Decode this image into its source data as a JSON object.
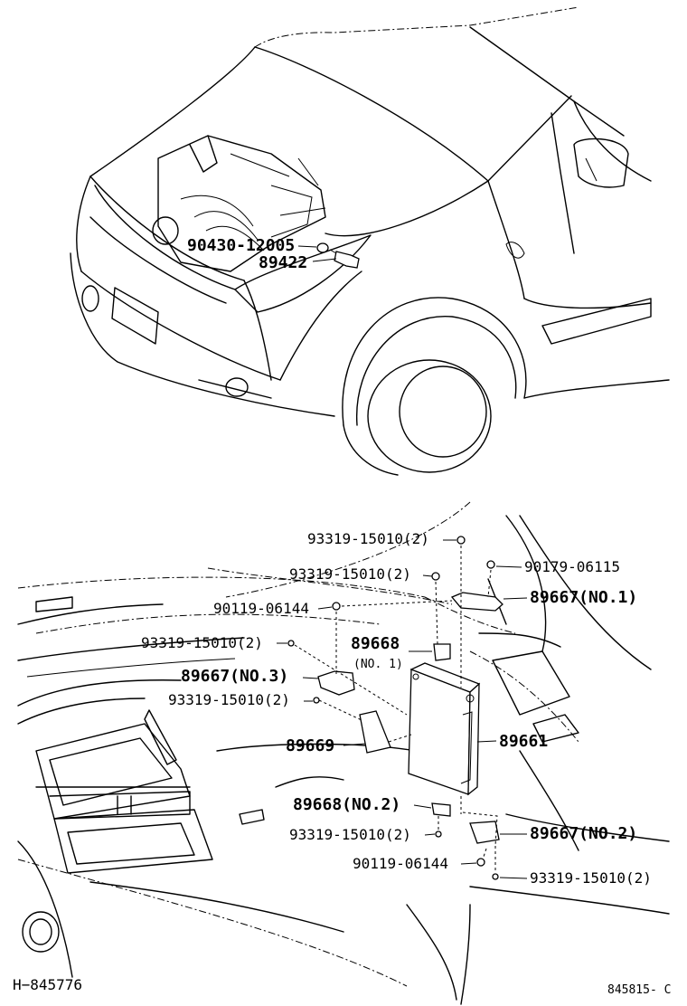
{
  "top_labels": {
    "clip": "90430-12005",
    "sensor": "89422"
  },
  "bottom_labels": {
    "screw_top": "93319-15010(2)",
    "screw_2": "93319-15010(2)",
    "nut_right": "90179-06115",
    "bolt_left": "90119-06144",
    "bracket_no1": "89667(NO.1)",
    "screw_left": "93319-15010(2)",
    "bracket_89668": "89668",
    "bracket_89668_sub": "(NO. 1)",
    "bracket_no3": "89667(NO.3)",
    "screw_mid": "93319-15010(2)",
    "cover": "89669",
    "ecu": "89661",
    "bracket_89668_no2": "89668(NO.2)",
    "screw_low": "93319-15010(2)",
    "bracket_no2": "89667(NO.2)",
    "bolt_low": "90119-06144",
    "screw_bottom_right": "93319-15010(2)"
  },
  "footer": {
    "left_code": "H−845776",
    "right_code": "845815- C"
  }
}
